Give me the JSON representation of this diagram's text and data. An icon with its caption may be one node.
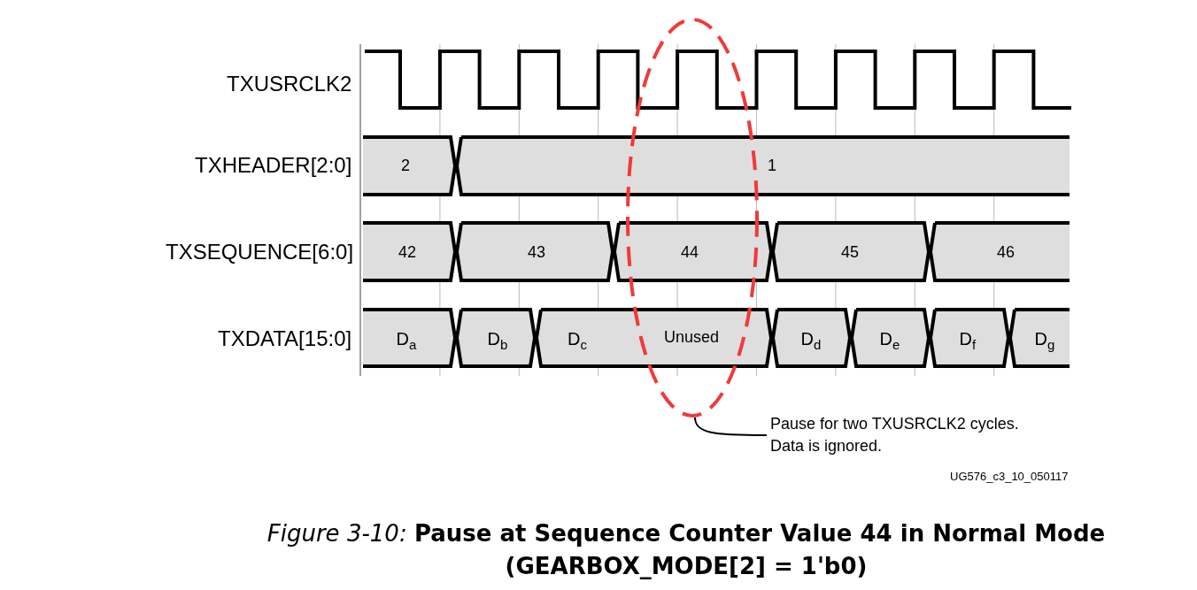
{
  "diagram": {
    "caption": "*Figure 3-10:* **Pause at Sequence Counter Value 44 in Normal Mode (GEARBOX_MODE[2] = 1'b0)**",
    "nodes": [
      {
        "text": [
          "Pause for two TXUSRCLK2 cycles. Data is ignored."
        ]
      },
      {
        "text": [],
        "shape": "ellipse"
      }
    ],
    "edges": [
      {
        "from": 0,
        "to": 1,
        "arrow": "none"
      }
    ],
    "labels": [
      "TXUSRCLK2",
      "TXHEADER[2:0]",
      "2",
      "1",
      "TXSEQUENCE[6:0]",
      "42",
      "43",
      "44",
      "45",
      "46",
      "TXDATA[15:0]",
      "D$_{a}$",
      "D$_{b}$",
      "D$_{c}$",
      "Unused",
      "D$_{d}$",
      "D$_{e}$",
      "D$_{f}$",
      "D$_{g}$",
      "UG576_c3_10_050117"
    ]
  }
}
